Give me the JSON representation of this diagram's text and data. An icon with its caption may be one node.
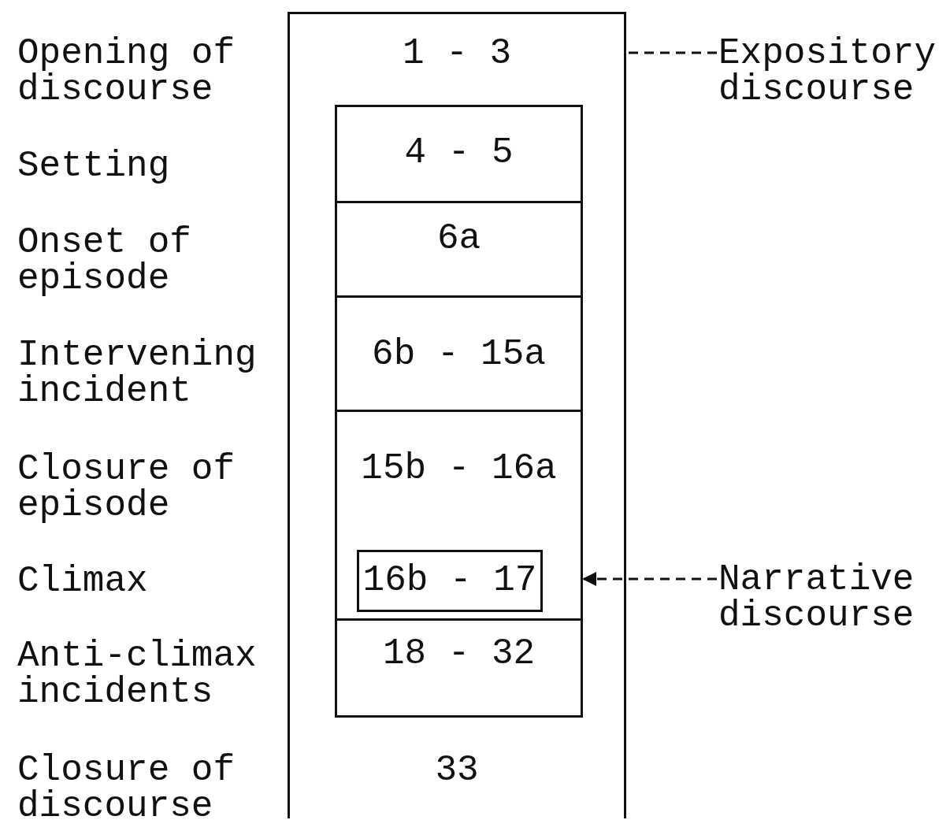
{
  "diagram": {
    "nodes": [
      {
        "text": [
          "1 - 3",
          "33"
        ]
      },
      {
        "text": [],
        "shape": "box",
        "in": 0
      },
      {
        "text": [
          "4 - 5"
        ],
        "in": 1
      },
      {
        "text": [
          "6a"
        ],
        "in": 1
      },
      {
        "text": [
          "6b - 15a"
        ],
        "in": 1
      },
      {
        "text": [
          "15b - 16a"
        ],
        "in": 1
      },
      {
        "text": [
          "16b - 17"
        ],
        "in": 5
      },
      {
        "text": [
          "18 - 32"
        ],
        "in": 1
      },
      {
        "text": [
          "Expository discourse"
        ]
      },
      {
        "text": [
          "Narrative discourse"
        ]
      }
    ],
    "edges": [
      {
        "from": 8,
        "to": 0,
        "arrow": "none",
        "style": "dashed"
      },
      {
        "from": 9,
        "to": 1,
        "arrow": "to",
        "style": "dashed"
      }
    ],
    "labels": [
      "Opening of discourse",
      "Setting",
      "Onset of episode",
      "Intervening incident",
      "Closure of episode",
      "Climax",
      "Anti-climax incidents",
      "Closure of discourse"
    ]
  }
}
